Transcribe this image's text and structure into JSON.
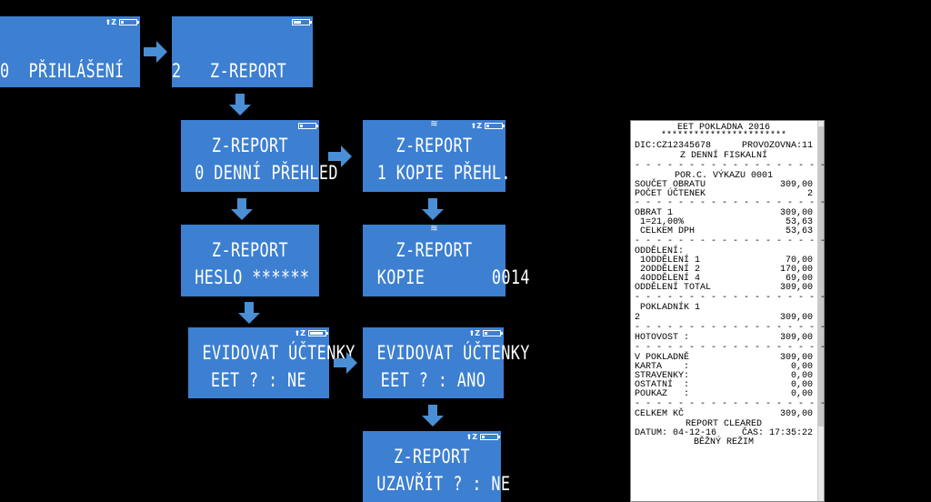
{
  "screens": {
    "s1": {
      "line1": "0  PŘIHLÁŠENÍ"
    },
    "s2": {
      "line1": "2   Z-REPORT"
    },
    "s3": {
      "line1": "Z-REPORT",
      "line2": "0 DENNÍ PŘEHLED"
    },
    "s4": {
      "line1": "Z-REPORT",
      "line2": "1 KOPIE PŘEHL."
    },
    "s5": {
      "line1": "Z-REPORT",
      "line2": "HESLO ******"
    },
    "s6": {
      "line1": "Z-REPORT",
      "line2": "KOPIE       0014"
    },
    "s7": {
      "line1": "EVIDOVAT ÚČTENKY",
      "line2": "EET ? : NE"
    },
    "s8": {
      "line1": "EVIDOVAT ÚČTENKY",
      "line2": "EET ? : ANO"
    },
    "s9": {
      "line1": "Z-REPORT",
      "line2": "UZAVŘÍT ? : NE"
    }
  },
  "receipt": {
    "title": "EET POKLADNA 2016",
    "stars": "***********************",
    "dic": "DIC:CZ12345678",
    "provozovna": "PROVOZOVNA:11",
    "subtitle": "Z DENNÍ FISKALNÍ",
    "por_c": "POR.C. VÝKAZU 0001",
    "soucet_label": "SOUČET OBRATU",
    "soucet_value": "309,00",
    "pocet_label": "POČET ÚČTENEK",
    "pocet_value": "2",
    "obrat_label": "OBRAT 1",
    "obrat_value": "309,00",
    "dph_rate_label": " 1=21,00%",
    "dph_rate_value": "53,63",
    "celkem_dph_label": " CELKEM DPH",
    "celkem_dph_value": "53,63",
    "oddeleni_label": "ODDĚLENÍ:",
    "odd1_label": " 1ODDĚLENÍ 1",
    "odd1_value": "70,00",
    "odd2_label": " 2ODDĚLENÍ 2",
    "odd2_value": "170,00",
    "odd4_label": " 4ODDĚLENÍ 4",
    "odd4_value": "69,00",
    "odd_total_label": "ODDĚLENÍ TOTAL",
    "odd_total_value": "309,00",
    "pokladnik_label": " POKLADNÍK 1",
    "pokladnik_num": "2",
    "pokladnik_value": "309,00",
    "hotovost_label": "HOTOVOST :",
    "hotovost_value": "309,00",
    "v_pokladne_label": "V POKLADNĚ",
    "v_pokladne_value": "309,00",
    "karta_label": "KARTA    :",
    "karta_value": "0,00",
    "stravenky_label": "STRAVENKY:",
    "stravenky_value": "0,00",
    "ostatni_label": "OSTATNÍ  :",
    "ostatni_value": "0,00",
    "poukaz_label": "POUKAZ   :",
    "poukaz_value": "0,00",
    "celkem_kc_label": "CELKEM KČ",
    "celkem_kc_value": "309,00",
    "report_cleared": "REPORT CLEARED",
    "datum": "DATUM: 04-12-16",
    "cas": "ČAS: 17:35:22",
    "rezim": "BĚŽNÝ REŽIM",
    "dashes": "- - - - - - - - - - - - - - - - - - - - -"
  },
  "colors": {
    "screen_bg": "#3d7fd1",
    "arrow": "#4a8fd6",
    "background": "#000000"
  }
}
